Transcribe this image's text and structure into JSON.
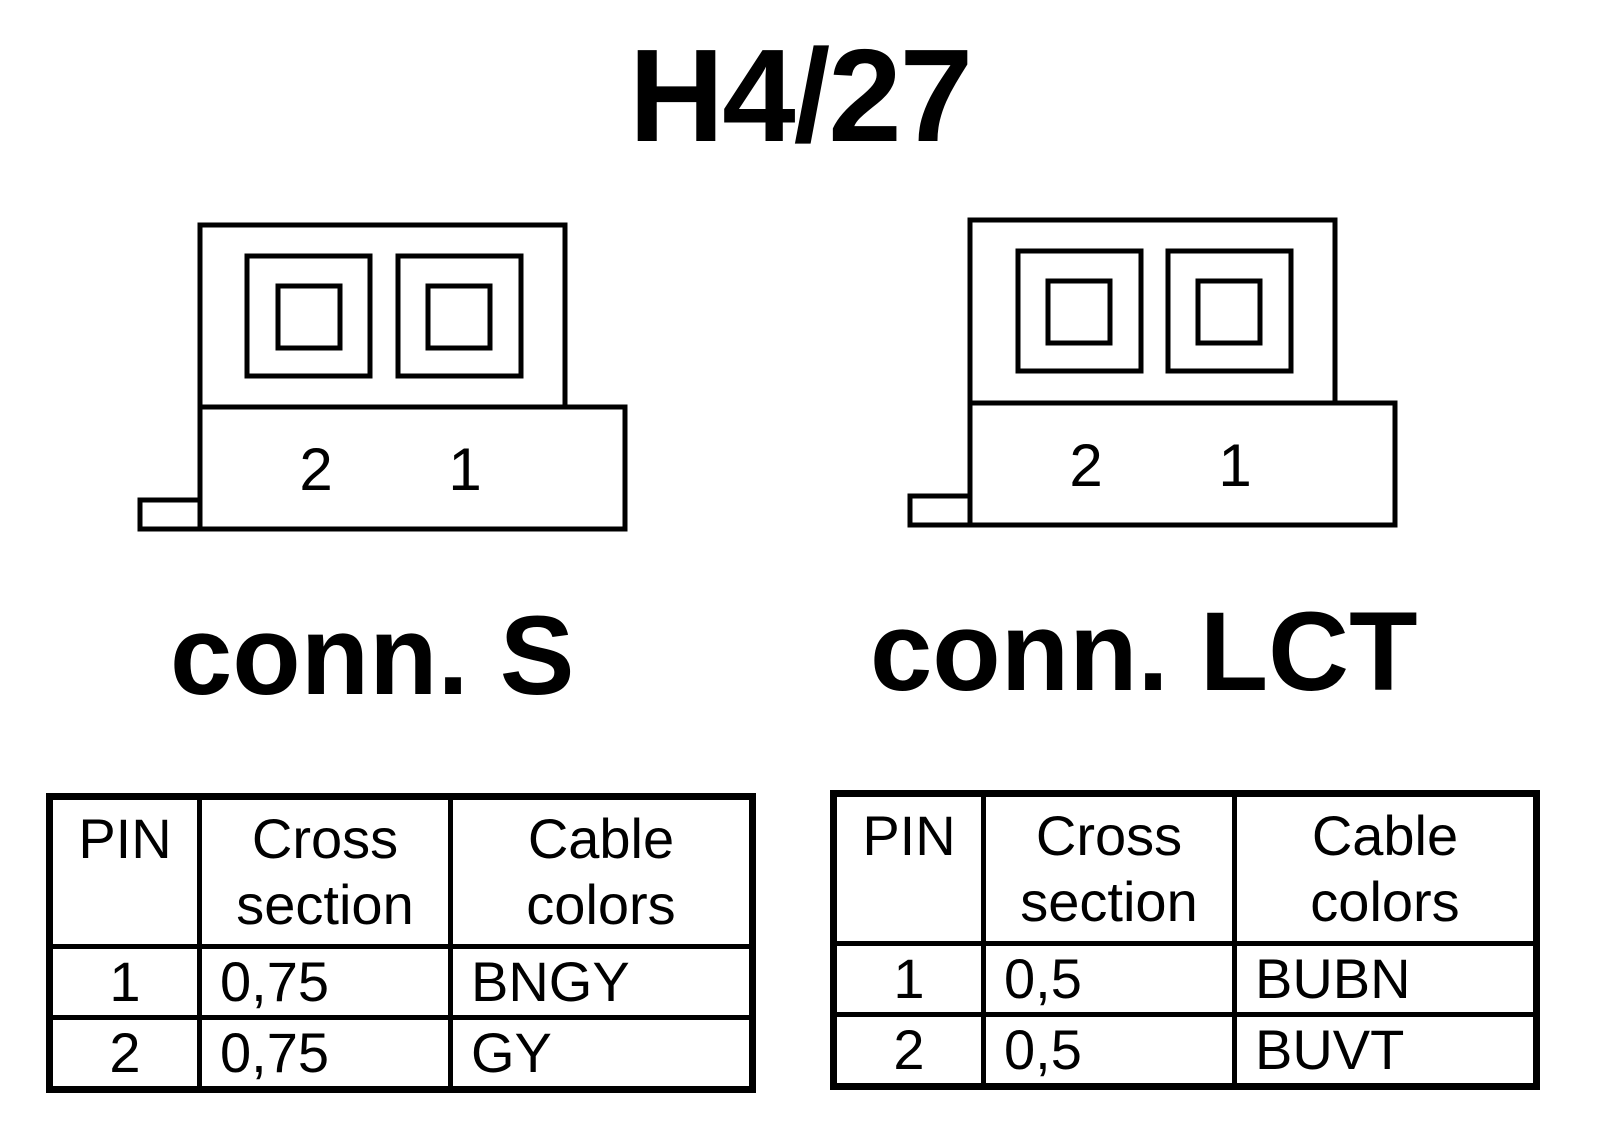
{
  "title": "H4/27",
  "connectors": [
    {
      "label": "conn. S",
      "pin_numbers": [
        "2",
        "1"
      ],
      "table": {
        "headers": [
          [
            "PIN"
          ],
          [
            "Cross",
            "section"
          ],
          [
            "Cable",
            "colors"
          ]
        ],
        "rows": [
          {
            "pin": "1",
            "cross_section": "0,75",
            "cable_colors": "BNGY"
          },
          {
            "pin": "2",
            "cross_section": "0,75",
            "cable_colors": "GY"
          }
        ]
      }
    },
    {
      "label": "conn. LCT",
      "pin_numbers": [
        "2",
        "1"
      ],
      "table": {
        "headers": [
          [
            "PIN"
          ],
          [
            "Cross",
            "section"
          ],
          [
            "Cable",
            "colors"
          ]
        ],
        "rows": [
          {
            "pin": "1",
            "cross_section": "0,5",
            "cable_colors": "BUBN"
          },
          {
            "pin": "2",
            "cross_section": "0,5",
            "cable_colors": "BUVT"
          }
        ]
      }
    }
  ]
}
